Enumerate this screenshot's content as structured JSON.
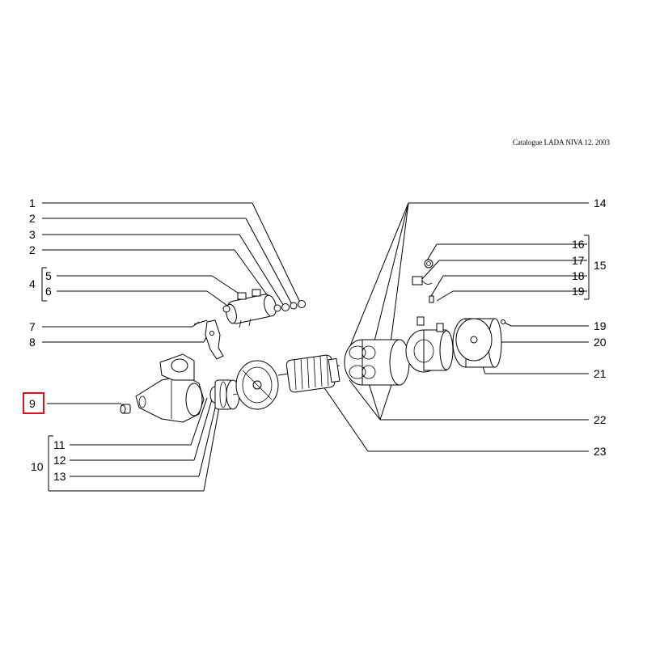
{
  "catalogue": "Catalogue LADA NIVA 12. 2003",
  "callouts": {
    "c1": "1",
    "c2a": "2",
    "c3": "3",
    "c2b": "2",
    "c4": "4",
    "c5": "5",
    "c6": "6",
    "c7": "7",
    "c8": "8",
    "c9": "9",
    "c10": "10",
    "c11": "11",
    "c12": "12",
    "c13": "13",
    "c14": "14",
    "c15": "15",
    "c16": "16",
    "c17": "17",
    "c18": "18",
    "c19a": "19",
    "c19b": "19",
    "c20": "20",
    "c21": "21",
    "c22": "22",
    "c23": "23"
  },
  "selected_callout": "9",
  "highlight_color": "#e0121b"
}
